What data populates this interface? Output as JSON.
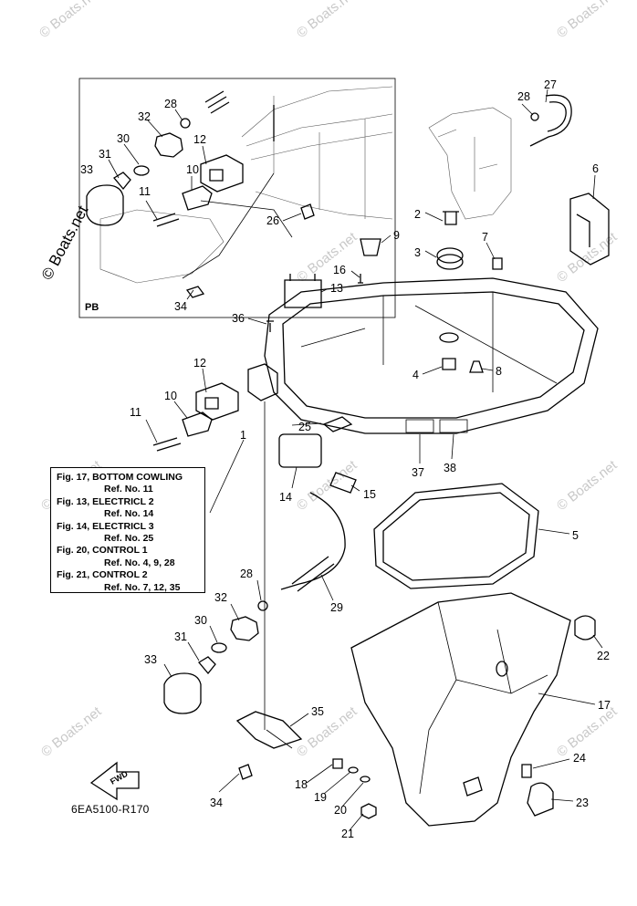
{
  "watermark": {
    "text": "© Boats.net",
    "vertical_text": "© Boats.net"
  },
  "inset_label": "PB",
  "diagram_code": "6EA5100-R170",
  "fwd_label": "FWD",
  "reference_box": [
    {
      "kind": "fig",
      "text": "Fig. 17, BOTTOM COWLING"
    },
    {
      "kind": "ref",
      "text": "Ref. No. 11"
    },
    {
      "kind": "fig",
      "text": "Fig. 13, ELECTRICL 2"
    },
    {
      "kind": "ref",
      "text": "Ref. No. 14"
    },
    {
      "kind": "fig",
      "text": "Fig. 14, ELECTRICL 3"
    },
    {
      "kind": "ref",
      "text": "Ref. No. 25"
    },
    {
      "kind": "fig",
      "text": "Fig. 20, CONTROL 1"
    },
    {
      "kind": "ref",
      "text": "Ref. No. 4, 9, 28"
    },
    {
      "kind": "fig",
      "text": "Fig. 21, CONTROL 2"
    },
    {
      "kind": "ref",
      "text": "Ref. No. 7, 12, 35"
    }
  ],
  "callouts": [
    "28",
    "32",
    "30",
    "12",
    "31",
    "10",
    "33",
    "11",
    "26",
    "34",
    "27",
    "28",
    "6",
    "2",
    "9",
    "3",
    "7",
    "16",
    "13",
    "36",
    "4",
    "8",
    "12",
    "10",
    "11",
    "1",
    "25",
    "37",
    "38",
    "14",
    "15",
    "5",
    "28",
    "29",
    "32",
    "30",
    "22",
    "31",
    "33",
    "17",
    "35",
    "24",
    "18",
    "19",
    "20",
    "34",
    "23",
    "21"
  ]
}
